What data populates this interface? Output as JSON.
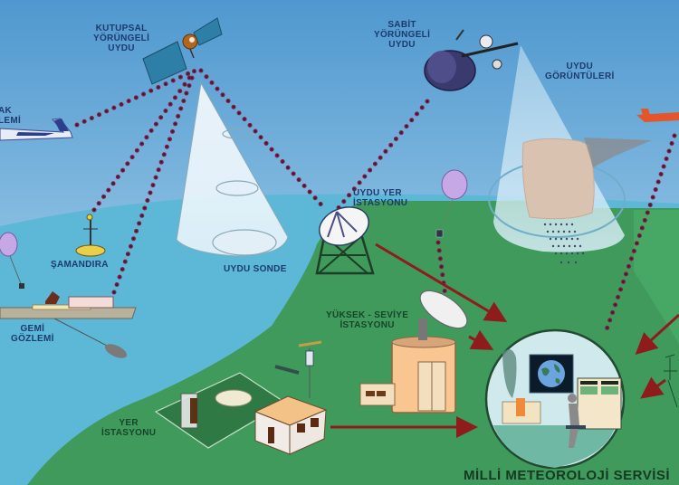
{
  "diagram": {
    "title": "MİLLİ METEOROLOJİ SERVİSİ",
    "colors": {
      "sky_top": "#4f98cf",
      "sky_bottom": "#b9d9ec",
      "sea": "#5cb8d6",
      "land": "#3f9a5c",
      "data_link_dots": "#8b1a3a",
      "data_flow_arrows": "#8e1c1c",
      "label_text": "#1d3a6e"
    },
    "labels": {
      "polar_satellite": [
        "KUTUPSAL",
        "YÖRÜNGELİ",
        "UYDU"
      ],
      "geo_satellite": [
        "SABİT",
        "YÖRÜNGELİ",
        "UYDU"
      ],
      "satellite_images": [
        "UYDU",
        "GÖRÜNTÜLERİ"
      ],
      "aircraft_obs": [
        "AK",
        "LEMİ"
      ],
      "buoy": "ŞAMANDIRA",
      "satellite_sounding": "UYDU SONDE",
      "ship_obs": [
        "GEMİ",
        "GÖZLEMİ"
      ],
      "satellite_ground_station": [
        "UYDU YER",
        "İSTASYONU"
      ],
      "upper_air_station": [
        "YÜKSEK - SEVİYE",
        "İSTASYONU"
      ],
      "ground_station": [
        "YER",
        "İSTASYONU"
      ],
      "met_service": "MİLLİ METEOROLOJİ SERVİSİ"
    },
    "nodes": [
      {
        "id": "polar_satellite",
        "label": "KUTUPSAL YÖRÜNGELİ UYDU"
      },
      {
        "id": "geo_satellite",
        "label": "SABİT YÖRÜNGELİ UYDU"
      },
      {
        "id": "satellite_images",
        "label": "UYDU GÖRÜNTÜLERİ"
      },
      {
        "id": "aircraft_obs",
        "label": "UÇAK GÖZLEMİ (partially cropped)"
      },
      {
        "id": "buoy",
        "label": "ŞAMANDIRA"
      },
      {
        "id": "satellite_sounding",
        "label": "UYDU SONDE"
      },
      {
        "id": "ship_obs",
        "label": "GEMİ GÖZLEMİ"
      },
      {
        "id": "satellite_ground_station",
        "label": "UYDU YER İSTASYONU"
      },
      {
        "id": "upper_air_station",
        "label": "YÜKSEK - SEVİYE İSTASYONU"
      },
      {
        "id": "ground_station",
        "label": "YER İSTASYONU"
      },
      {
        "id": "met_service",
        "label": "MİLLİ METEOROLOJİ SERVİSİ"
      }
    ],
    "links": [
      {
        "from": "aircraft_obs",
        "to": "polar_satellite",
        "style": "dotted"
      },
      {
        "from": "buoy",
        "to": "polar_satellite",
        "style": "dotted"
      },
      {
        "from": "ship_obs",
        "to": "polar_satellite",
        "style": "dotted"
      },
      {
        "from": "polar_satellite",
        "to": "satellite_ground_station",
        "style": "dotted"
      },
      {
        "from": "geo_satellite",
        "to": "satellite_ground_station",
        "style": "dotted"
      },
      {
        "from": "radiosonde_balloon",
        "to": "upper_air_station",
        "style": "dotted"
      },
      {
        "from": "aircraft_right",
        "to": "met_service",
        "style": "dotted"
      },
      {
        "from": "satellite_ground_station",
        "to": "met_service",
        "style": "arrow"
      },
      {
        "from": "upper_air_station",
        "to": "met_service",
        "style": "arrow"
      },
      {
        "from": "ground_station",
        "to": "met_service",
        "style": "arrow"
      },
      {
        "from": "right_edge_station",
        "to": "met_service",
        "style": "arrow"
      }
    ]
  }
}
